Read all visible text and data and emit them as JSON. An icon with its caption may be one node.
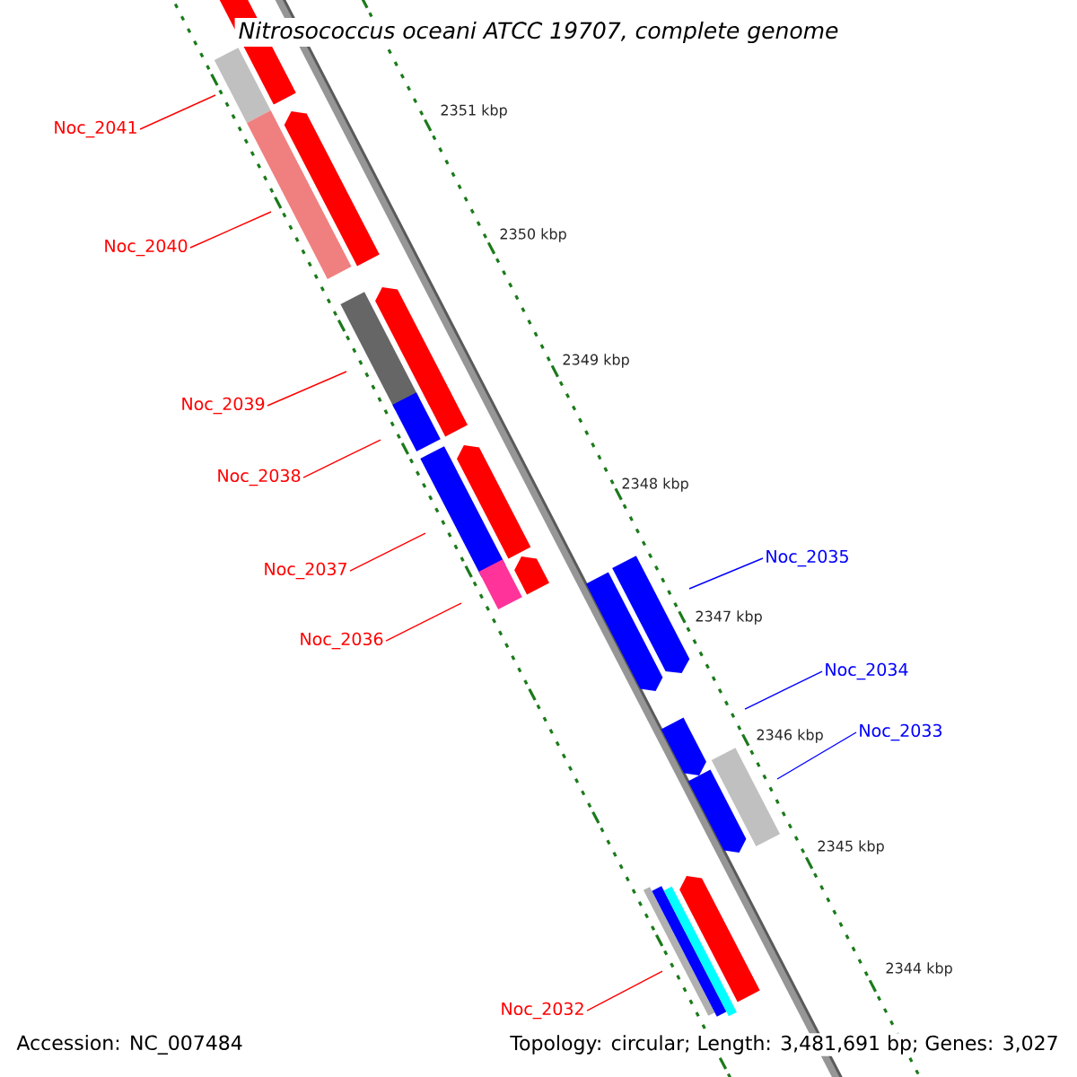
{
  "diagram": {
    "title": "Nitrosococcus oceani ATCC 19707, complete genome",
    "nodes": [
      {
        "text": [
          "Noc_2041"
        ]
      },
      {
        "text": [
          "Noc_2040"
        ]
      },
      {
        "text": [
          "Noc_2039"
        ]
      },
      {
        "text": [
          "Noc_2038"
        ]
      },
      {
        "text": [
          "Noc_2035"
        ]
      },
      {
        "text": [
          "Noc_2037"
        ]
      },
      {
        "text": [
          "Noc_2036"
        ]
      },
      {
        "text": [
          "Noc_2034"
        ]
      },
      {
        "text": [
          "Noc_2033"
        ]
      },
      {
        "text": [
          "Noc_2032"
        ]
      }
    ],
    "edges": [
      {
        "from": 0,
        "to": null,
        "arrow": "none"
      },
      {
        "from": 1,
        "to": null,
        "arrow": "none"
      },
      {
        "from": 2,
        "to": null,
        "arrow": "none"
      },
      {
        "from": 3,
        "to": null,
        "arrow": "none"
      },
      {
        "from": 4,
        "to": null,
        "arrow": "none",
        "color": "#0000ff"
      },
      {
        "from": 5,
        "to": null,
        "arrow": "none"
      },
      {
        "from": 6,
        "to": null,
        "arrow": "none"
      },
      {
        "from": 7,
        "to": null,
        "arrow": "none",
        "color": "#0000ff"
      },
      {
        "from": 8,
        "to": null,
        "arrow": "none",
        "color": "#0000ff"
      },
      {
        "from": 9,
        "to": null,
        "arrow": "none"
      }
    ],
    "labels": [
      "2351 kbp",
      "2350 kbp",
      "2349 kbp",
      "2348 kbp",
      "2347 kbp",
      "2346 kbp",
      "2345 kbp",
      "2344 kbp",
      "Accession: NC_007484",
      "Topology: circular; Length: 3,481,691 bp; Genes: 3,027"
    ]
  }
}
